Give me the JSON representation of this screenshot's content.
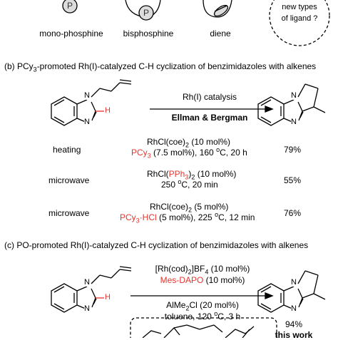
{
  "section_a": {
    "ligands": [
      {
        "label": "mono-phosphine",
        "atom": "P"
      },
      {
        "label": "bisphosphine",
        "atom": "P"
      },
      {
        "label": "diene",
        "atom": ""
      }
    ],
    "new_types_line1": "new types",
    "new_types_line2": "of ligand ?"
  },
  "section_b": {
    "title": "(b) PCy3-promoted Rh(I)-catalyzed C-H cyclization of benzimidazoles with alkenes",
    "title_pre": "(b) PCy",
    "title_sub": "3",
    "title_post": "-promoted Rh(I)-catalyzed C-H cyclization of benzimidazoles with alkenes",
    "arrow_top": "Rh(I) catalysis",
    "arrow_bottom": "Ellman & Bergman",
    "atom_n": "N",
    "atom_h": "H",
    "rows": [
      {
        "method": "heating",
        "line1": "RhCl(coe)2 (10 mol%)",
        "line2": "PCy3 (7.5 mol%), 160 oC, 20 h",
        "yield": "79%"
      },
      {
        "method": "microwave",
        "line1": "RhCl(PPh3)2 (10 mol%)",
        "line2": "250 oC, 20 min",
        "yield": "55%"
      },
      {
        "method": "microwave",
        "line1": "RhCl(coe)2 (5 mol%)",
        "line2": "PCy3·HCl (5 mol%), 225 oC, 12 min",
        "yield": "76%"
      }
    ]
  },
  "section_c": {
    "title": "(c) PO-promoted Rh(I)-catalyzed C-H cyclization of benzimidazoles with alkenes",
    "cond1": "[Rh(cod)2]BF4 (10 mol%)",
    "cond2": "Mes-DAPO (10 mol%)",
    "cond3": "AlMe2Cl (20 mol%)",
    "cond4": "toluene, 120 oC, 3 h",
    "yield": "94%",
    "tag": "this work",
    "atom_n": "N",
    "atom_h": "H"
  },
  "colors": {
    "accent_red": "#e8342c",
    "ink": "#000000",
    "ligand_fill": "#dcdcdc"
  }
}
